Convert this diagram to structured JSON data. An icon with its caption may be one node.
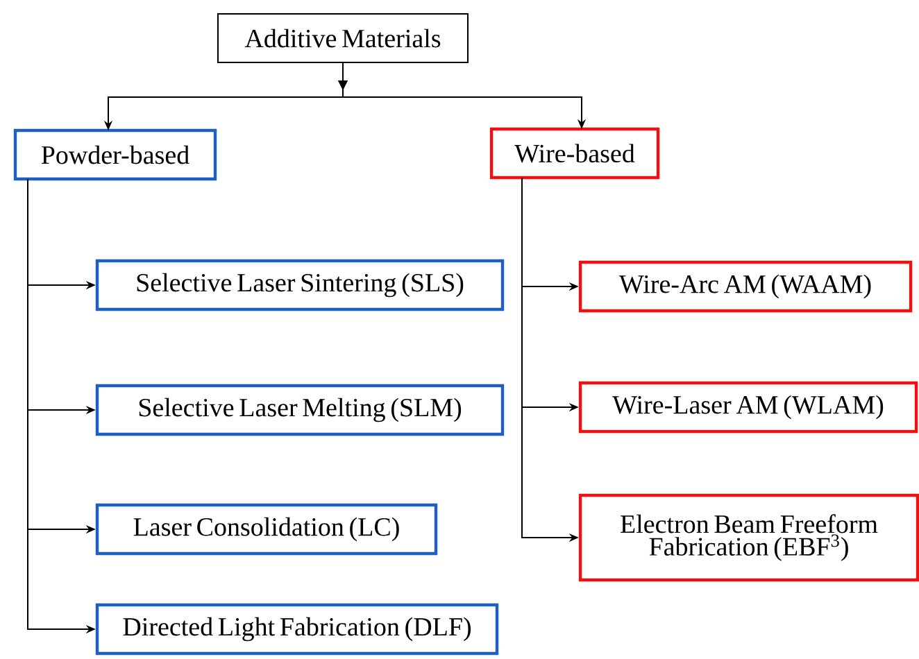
{
  "diagram": {
    "nodes": [
      {
        "text": [
          "Additive Materials"
        ]
      },
      {
        "text": [
          "Powder-based"
        ]
      },
      {
        "text": [
          "Wire-based"
        ]
      },
      {
        "text": [
          "Selective Laser Sintering (SLS)"
        ]
      },
      {
        "text": [
          "Selective Laser Melting (SLM)"
        ]
      },
      {
        "text": [
          "Laser Consolidation (LC)"
        ]
      },
      {
        "text": [
          "Directed Light Fabrication (DLF)"
        ]
      },
      {
        "text": [
          "Wire-Arc AM (WAAM)"
        ]
      },
      {
        "text": [
          "Wire-Laser AM (WLAM)"
        ]
      },
      {
        "text": [
          "Electron Beam Freeform Fabrication (EBF$^{3}$)"
        ]
      }
    ],
    "edges": [
      {
        "from": 0,
        "to": 1,
        "arrow": "to"
      },
      {
        "from": 0,
        "to": 2,
        "arrow": "to"
      },
      {
        "from": 1,
        "to": 3,
        "arrow": "to"
      },
      {
        "from": 1,
        "to": 4,
        "arrow": "to"
      },
      {
        "from": 1,
        "to": 5,
        "arrow": "to"
      },
      {
        "from": 1,
        "to": 6,
        "arrow": "to"
      },
      {
        "from": 2,
        "to": 7,
        "arrow": "to"
      },
      {
        "from": 2,
        "to": 8,
        "arrow": "to"
      },
      {
        "from": 2,
        "to": 9,
        "arrow": "to"
      }
    ]
  }
}
